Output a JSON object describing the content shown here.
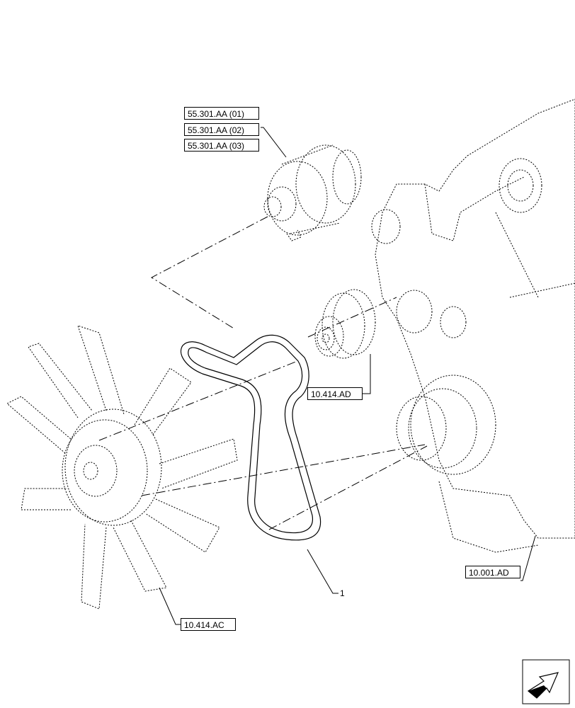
{
  "references": {
    "alternator_01": "55.301.AA (01)",
    "alternator_02": "55.301.AA (02)",
    "alternator_03": "55.301.AA (03)",
    "pulley": "10.414.AD",
    "engine": "10.001.AD",
    "fan": "10.414.AC"
  },
  "callouts": {
    "belt": "1"
  },
  "icons": {
    "navigation": "arrow-icon"
  },
  "colors": {
    "line": "#000000",
    "background": "#ffffff"
  }
}
